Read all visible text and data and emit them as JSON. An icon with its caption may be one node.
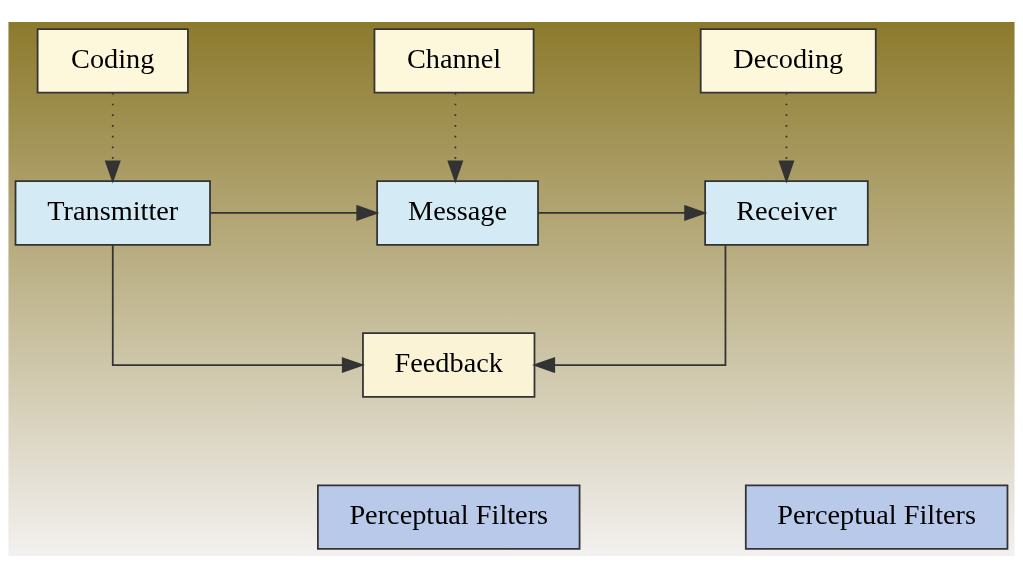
{
  "diagram": {
    "nodes": [
      {
        "text": [
          "Coding"
        ]
      },
      {
        "text": [
          "Channel"
        ]
      },
      {
        "text": [
          "Decoding"
        ]
      },
      {
        "text": [
          "Transmitter"
        ]
      },
      {
        "text": [
          "Message"
        ]
      },
      {
        "text": [
          "Receiver"
        ]
      },
      {
        "text": [
          "Feedback"
        ]
      },
      {
        "text": [
          "Perceptual Filters"
        ]
      },
      {
        "text": [
          "Perceptual Filters"
        ]
      }
    ],
    "edges": [
      {
        "from": 0,
        "to": 3,
        "arrow": "to",
        "style": "dashed"
      },
      {
        "from": 1,
        "to": 4,
        "arrow": "to",
        "style": "dashed"
      },
      {
        "from": 2,
        "to": 5,
        "arrow": "to",
        "style": "dashed"
      },
      {
        "from": 3,
        "to": 4,
        "arrow": "to"
      },
      {
        "from": 4,
        "to": 5,
        "arrow": "to"
      },
      {
        "from": 3,
        "to": 6,
        "arrow": "to"
      },
      {
        "from": 5,
        "to": 6,
        "arrow": "to"
      }
    ]
  }
}
